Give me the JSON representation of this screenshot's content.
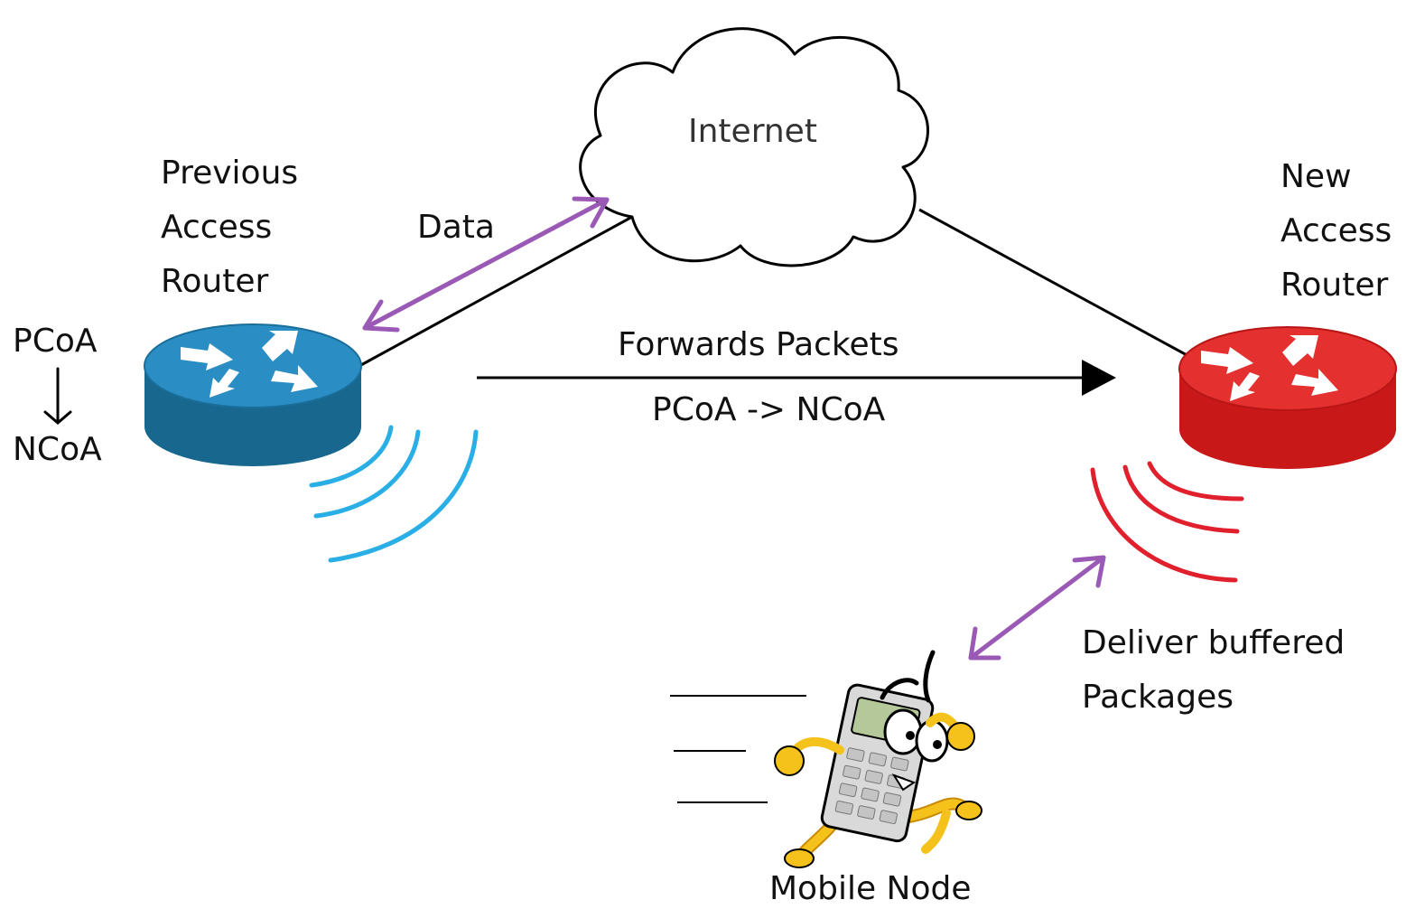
{
  "internet": {
    "label": "Internet"
  },
  "previous_router": {
    "label_lines": [
      "Previous",
      "Access",
      "Router"
    ]
  },
  "new_router": {
    "label_lines": [
      "New",
      "Access",
      "Router"
    ]
  },
  "address": {
    "from": "PCoA",
    "to": "NCoA"
  },
  "data_link": {
    "label": "Data"
  },
  "forward": {
    "label": "Forwards Packets",
    "sublabel": "PCoA -> NCoA"
  },
  "deliver": {
    "label_lines": [
      "Deliver buffered",
      "Packages"
    ]
  },
  "mobile_node": {
    "label": "Mobile Node"
  },
  "colors": {
    "previous_router": "#1e7fb0",
    "new_router": "#e02020",
    "wireless_previous": "#29aee6",
    "wireless_new": "#e0202c",
    "data_arrows": "#9b59b6",
    "forward_arrow": "#000000"
  }
}
